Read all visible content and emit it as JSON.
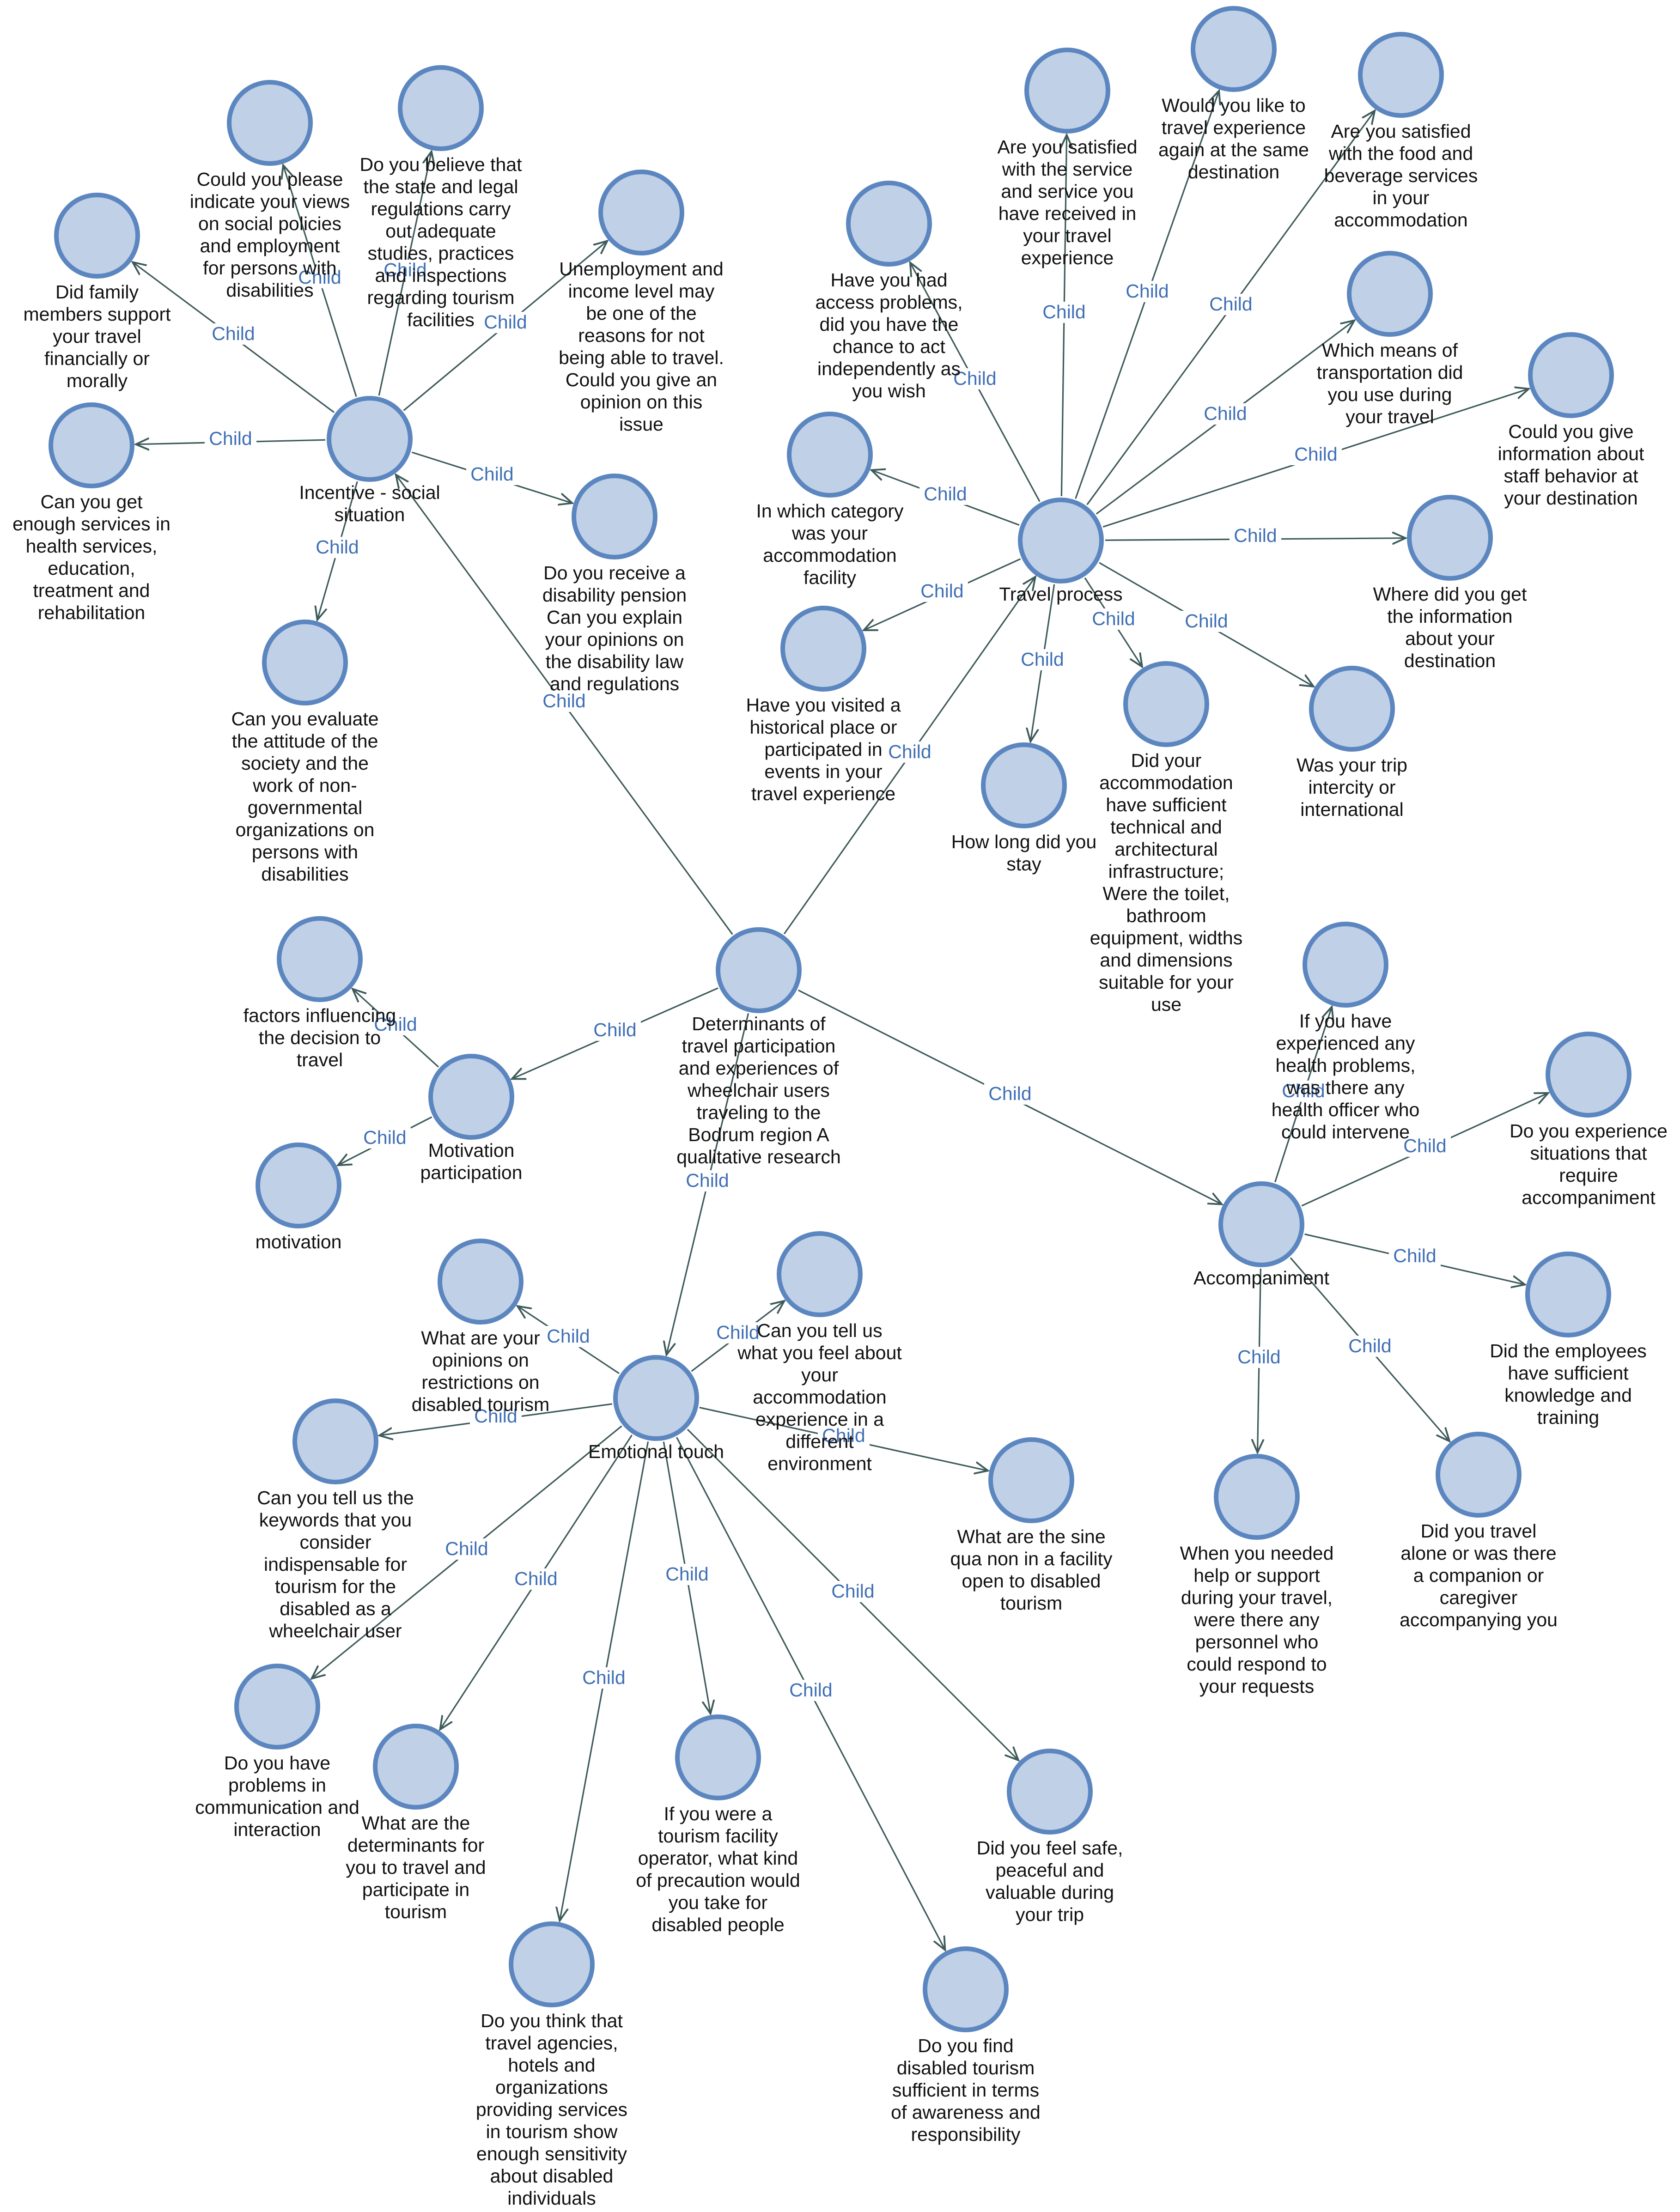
{
  "diagram": {
    "edge_label": "Child",
    "nodes": [
      {
        "id": "root",
        "lines": [
          "Determinants of",
          "travel participation",
          "and experiences of",
          "wheelchair users",
          "traveling to the",
          "Bodrum region A",
          "qualitative research"
        ]
      },
      {
        "id": "incentive",
        "lines": [
          "Incentive - social",
          "situation"
        ]
      },
      {
        "id": "travel",
        "lines": [
          "Travel process"
        ]
      },
      {
        "id": "motivation_participation",
        "lines": [
          "Motivation",
          "participation"
        ]
      },
      {
        "id": "emotional",
        "lines": [
          "Emotional touch"
        ]
      },
      {
        "id": "accompaniment",
        "lines": [
          "Accompaniment"
        ]
      },
      {
        "id": "factors",
        "lines": [
          "factors influencing",
          "the decision to",
          "travel"
        ]
      },
      {
        "id": "motivation",
        "lines": [
          "motivation"
        ]
      },
      {
        "id": "family_support",
        "lines": [
          "Did family",
          "members support",
          "your travel",
          "financially or",
          "morally"
        ]
      },
      {
        "id": "social_policies",
        "lines": [
          "Could you please",
          "indicate your views",
          "on social policies",
          "and employment",
          "for persons with",
          "disabilities"
        ]
      },
      {
        "id": "state_legal",
        "lines": [
          "Do you believe that",
          "the state and legal",
          "regulations carry",
          "out adequate",
          "studies, practices",
          "and inspections",
          "regarding tourism",
          "facilities"
        ]
      },
      {
        "id": "unemployment",
        "lines": [
          "Unemployment and",
          "income level may",
          "be one of the",
          "reasons for not",
          "being able to travel.",
          "Could you give an",
          "opinion on this",
          "issue"
        ]
      },
      {
        "id": "services_health",
        "lines": [
          "Can you get",
          "enough services in",
          "health services,",
          "education,",
          "treatment and",
          "rehabilitation"
        ]
      },
      {
        "id": "pension",
        "lines": [
          "Do you receive a",
          "disability pension",
          "Can you explain",
          "your opinions on",
          "the disability law",
          "and regulations"
        ]
      },
      {
        "id": "attitude_society",
        "lines": [
          "Can you evaluate",
          "the attitude of the",
          "society and the",
          "work of non-",
          "governmental",
          "organizations on",
          "persons with",
          "disabilities"
        ]
      },
      {
        "id": "access_problems",
        "lines": [
          "Have you had",
          "access problems,",
          "did you have the",
          "chance to act",
          "independently as",
          "you wish"
        ]
      },
      {
        "id": "satisfied_service",
        "lines": [
          "Are you satisfied",
          "with the service",
          "and service you",
          "have received in",
          "your travel",
          "experience"
        ]
      },
      {
        "id": "travel_again",
        "lines": [
          "Would you like to",
          "travel experience",
          "again at the same",
          "destination"
        ]
      },
      {
        "id": "food_beverage",
        "lines": [
          "Are you satisfied",
          "with the food and",
          "beverage services",
          "in your",
          "accommodation"
        ]
      },
      {
        "id": "transportation",
        "lines": [
          "Which means of",
          "transportation did",
          "you use during",
          "your travel"
        ]
      },
      {
        "id": "staff_behavior",
        "lines": [
          "Could you give",
          "information about",
          "staff behavior at",
          "your destination"
        ]
      },
      {
        "id": "category",
        "lines": [
          "In which category",
          "was your",
          "accommodation",
          "facility"
        ]
      },
      {
        "id": "where_info",
        "lines": [
          "Where did you get",
          "the information",
          "about your",
          "destination"
        ]
      },
      {
        "id": "historical",
        "lines": [
          "Have you visited a",
          "historical place or",
          "participated in",
          "events in your",
          "travel experience"
        ]
      },
      {
        "id": "intercity",
        "lines": [
          "Was your trip",
          "intercity or",
          "international"
        ]
      },
      {
        "id": "how_long",
        "lines": [
          "How long did you",
          "stay"
        ]
      },
      {
        "id": "accommodation_infra",
        "lines": [
          "Did your",
          "accommodation",
          "have sufficient",
          "technical and",
          "architectural",
          "infrastructure;",
          "Were the toilet,",
          "bathroom",
          "equipment, widths",
          "and dimensions",
          "suitable for your",
          "use"
        ]
      },
      {
        "id": "health_problems",
        "lines": [
          "If you have",
          "experienced any",
          "health problems,",
          "was there any",
          "health officer who",
          "could intervene"
        ]
      },
      {
        "id": "require_accompaniment",
        "lines": [
          "Do you experience",
          "situations that",
          "require",
          "accompaniment"
        ]
      },
      {
        "id": "employees_knowledge",
        "lines": [
          "Did the employees",
          "have sufficient",
          "knowledge and",
          "training"
        ]
      },
      {
        "id": "needed_help",
        "lines": [
          "When you needed",
          "help or support",
          "during your travel,",
          "were there any",
          "personnel who",
          "could respond to",
          "your requests"
        ]
      },
      {
        "id": "alone_companion",
        "lines": [
          "Did you travel",
          "alone or was there",
          "a companion or",
          "caregiver",
          "accompanying you"
        ]
      },
      {
        "id": "restrictions",
        "lines": [
          "What are your",
          "opinions on",
          "restrictions on",
          "disabled tourism"
        ]
      },
      {
        "id": "accommodation_feel",
        "lines": [
          "Can you tell us",
          "what you feel about",
          "your",
          "accommodation",
          "experience in a",
          "different",
          "environment"
        ]
      },
      {
        "id": "keywords",
        "lines": [
          "Can you tell us the",
          "keywords that you",
          "consider",
          "indispensable for",
          "tourism for the",
          "disabled as a",
          "wheelchair user"
        ]
      },
      {
        "id": "sine_qua_non",
        "lines": [
          "What are the sine",
          "qua non in a facility",
          "open to disabled",
          "tourism"
        ]
      },
      {
        "id": "communication",
        "lines": [
          "Do you have",
          "problems in",
          "communication and",
          "interaction"
        ]
      },
      {
        "id": "determinants_you",
        "lines": [
          "What are the",
          "determinants for",
          "you to travel and",
          "participate in",
          "tourism"
        ]
      },
      {
        "id": "precaution",
        "lines": [
          "If you were a",
          "tourism facility",
          "operator, what kind",
          "of precaution would",
          "you take for",
          "disabled people"
        ]
      },
      {
        "id": "feel_safe",
        "lines": [
          "Did you feel safe,",
          "peaceful and",
          "valuable during",
          "your trip"
        ]
      },
      {
        "id": "agencies_sensitivity",
        "lines": [
          "Do you think that",
          "travel agencies,",
          "hotels and",
          "organizations",
          "providing services",
          "in tourism show",
          "enough sensitivity",
          "about disabled",
          "individuals"
        ]
      },
      {
        "id": "awareness",
        "lines": [
          "Do you find",
          "disabled tourism",
          "sufficient in terms",
          "of awareness and",
          "responsibility"
        ]
      }
    ],
    "edges": [
      {
        "from": "root",
        "to": "incentive"
      },
      {
        "from": "root",
        "to": "travel"
      },
      {
        "from": "root",
        "to": "motivation_participation"
      },
      {
        "from": "root",
        "to": "emotional"
      },
      {
        "from": "root",
        "to": "accompaniment"
      },
      {
        "from": "motivation_participation",
        "to": "factors"
      },
      {
        "from": "motivation_participation",
        "to": "motivation"
      },
      {
        "from": "incentive",
        "to": "family_support"
      },
      {
        "from": "incentive",
        "to": "social_policies"
      },
      {
        "from": "incentive",
        "to": "state_legal"
      },
      {
        "from": "incentive",
        "to": "unemployment"
      },
      {
        "from": "incentive",
        "to": "services_health"
      },
      {
        "from": "incentive",
        "to": "pension"
      },
      {
        "from": "incentive",
        "to": "attitude_society"
      },
      {
        "from": "travel",
        "to": "access_problems"
      },
      {
        "from": "travel",
        "to": "satisfied_service"
      },
      {
        "from": "travel",
        "to": "travel_again"
      },
      {
        "from": "travel",
        "to": "food_beverage"
      },
      {
        "from": "travel",
        "to": "transportation"
      },
      {
        "from": "travel",
        "to": "staff_behavior"
      },
      {
        "from": "travel",
        "to": "category"
      },
      {
        "from": "travel",
        "to": "where_info"
      },
      {
        "from": "travel",
        "to": "historical"
      },
      {
        "from": "travel",
        "to": "intercity"
      },
      {
        "from": "travel",
        "to": "how_long"
      },
      {
        "from": "travel",
        "to": "accommodation_infra"
      },
      {
        "from": "accompaniment",
        "to": "health_problems"
      },
      {
        "from": "accompaniment",
        "to": "require_accompaniment"
      },
      {
        "from": "accompaniment",
        "to": "employees_knowledge"
      },
      {
        "from": "accompaniment",
        "to": "needed_help"
      },
      {
        "from": "accompaniment",
        "to": "alone_companion"
      },
      {
        "from": "emotional",
        "to": "restrictions"
      },
      {
        "from": "emotional",
        "to": "accommodation_feel"
      },
      {
        "from": "emotional",
        "to": "keywords"
      },
      {
        "from": "emotional",
        "to": "sine_qua_non"
      },
      {
        "from": "emotional",
        "to": "communication"
      },
      {
        "from": "emotional",
        "to": "determinants_you"
      },
      {
        "from": "emotional",
        "to": "precaution"
      },
      {
        "from": "emotional",
        "to": "feel_safe"
      },
      {
        "from": "emotional",
        "to": "agencies_sensitivity"
      },
      {
        "from": "emotional",
        "to": "awareness"
      }
    ]
  }
}
